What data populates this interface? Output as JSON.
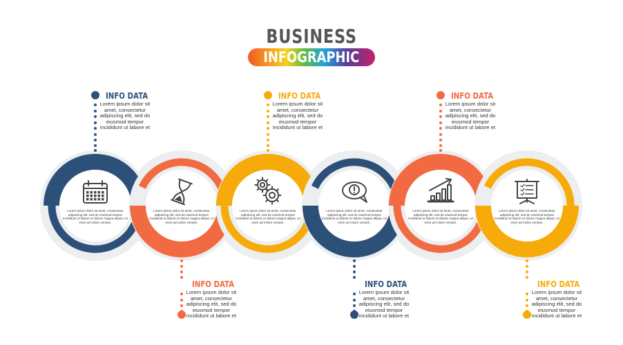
{
  "header": {
    "title": "BUSINESS",
    "subtitle": "INFOGRAPHIC"
  },
  "colors": {
    "blue": "#2d5078",
    "orange": "#f26a41",
    "yellow": "#f7ab0a",
    "halo": "#eceef0",
    "icon": "#444444"
  },
  "steps": [
    {
      "color": "#2d5078",
      "icon": "calendar-icon",
      "label_position": "top",
      "info_title": "INFO DATA",
      "info_lines": [
        "Lorem ipsum dolor sit",
        "amet, consectetur",
        "adipiscing elit, sed do",
        "eiusmod tempor",
        "incididunt ut labore et"
      ],
      "body": "Lorem ipsum dolor sit amet, consectetur adipiscing elit, sed do eiusmod tempor incididunt ut labore et dolore magna aliqua. Ut enim ad minim veniam."
    },
    {
      "color": "#f26a41",
      "icon": "hourglass-icon",
      "label_position": "bottom",
      "info_title": "INFO DATA",
      "info_lines": [
        "Lorem ipsum dolor sit",
        "amet, consectetur",
        "adipiscing elit, sed do",
        "eiusmod tempor",
        "incididunt ut labore et"
      ],
      "body": "Lorem ipsum dolor sit amet, consectetur adipiscing elit, sed do eiusmod tempor incididunt ut labore et dolore magna aliqua. Ut enim ad minim veniam."
    },
    {
      "color": "#f7ab0a",
      "icon": "gears-icon",
      "label_position": "top",
      "info_title": "INFO DATA",
      "info_lines": [
        "Lorem ipsum dolor sit",
        "amet, consectetur",
        "adipiscing elit, sed do",
        "eiusmod tempor",
        "incididunt ut labore et"
      ],
      "body": "Lorem ipsum dolor sit amet, consectetur adipiscing elit, sed do eiusmod tempor incididunt ut labore et dolore magna aliqua. Ut enim ad minim veniam."
    },
    {
      "color": "#2d5078",
      "icon": "speech-bubble-exclamation-icon",
      "label_position": "bottom",
      "info_title": "INFO DATA",
      "info_lines": [
        "Lorem ipsum dolor sit",
        "amet, consectetur",
        "adipiscing elit, sed do",
        "eiusmod tempor",
        "incididunt ut labore et"
      ],
      "body": "Lorem ipsum dolor sit amet, consectetur adipiscing elit, sed do eiusmod tempor incididunt ut labore et dolore magna aliqua. Ut enim ad minim veniam."
    },
    {
      "color": "#f26a41",
      "icon": "growth-chart-icon",
      "label_position": "top",
      "info_title": "INFO DATA",
      "info_lines": [
        "Lorem ipsum dolor sit",
        "amet, consectetur",
        "adipiscing elit, sed do",
        "eiusmod tempor",
        "incididunt ut labore et"
      ],
      "body": "Lorem ipsum dolor sit amet, consectetur adipiscing elit, sed do eiusmod tempor incididunt ut labore et dolore magna aliqua. Ut enim ad minim veniam."
    },
    {
      "color": "#f7ab0a",
      "icon": "presentation-board-icon",
      "label_position": "bottom",
      "info_title": "INFO DATA",
      "info_lines": [
        "Lorem ipsum dolor sit",
        "amet, consectetur",
        "adipiscing elit, sed do",
        "eiusmod tempor",
        "incididunt ut labore et"
      ],
      "body": "Lorem ipsum dolor sit amet, consectetur adipiscing elit, sed do eiusmod tempor incididunt ut labore et dolore magna aliqua. Ut enim ad minim veniam."
    }
  ]
}
